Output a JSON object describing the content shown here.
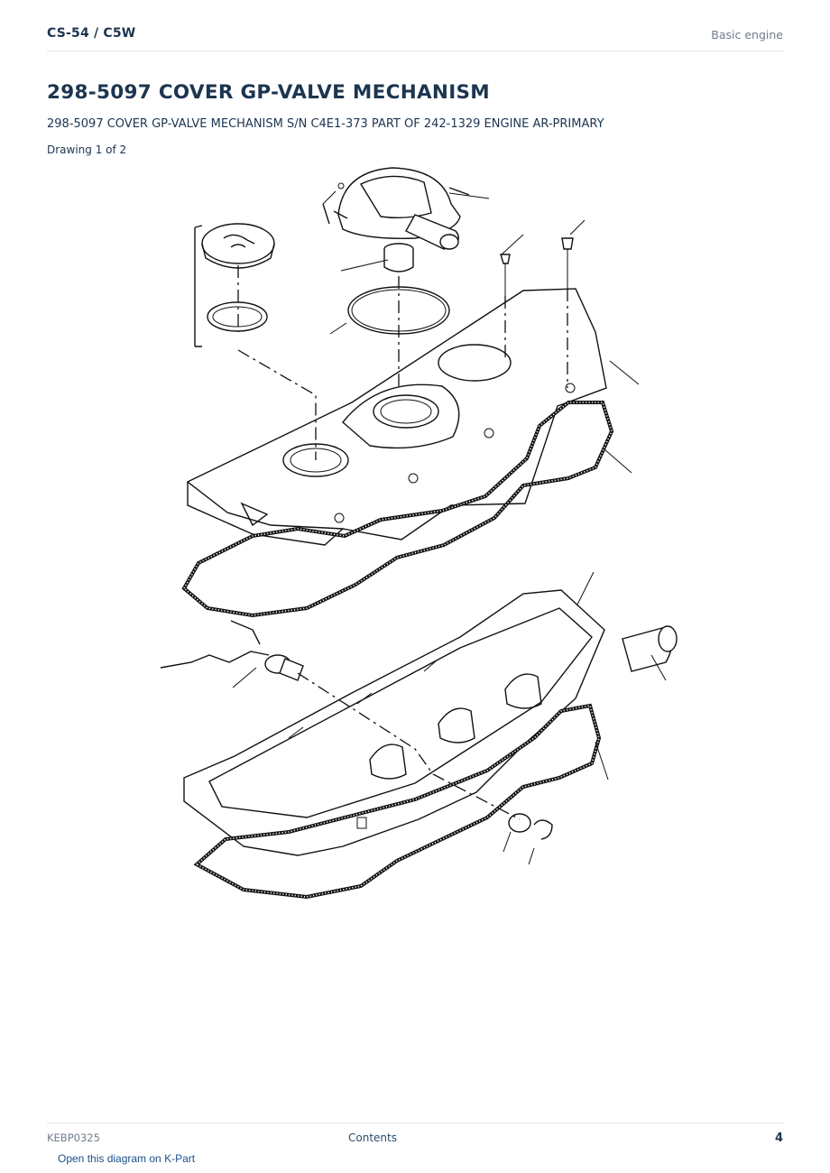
{
  "header": {
    "model": "CS-54  /  C5W",
    "section": "Basic engine"
  },
  "title": "298-5097 COVER GP-VALVE MECHANISM",
  "subtitle": "298-5097 COVER GP-VALVE MECHANISM S/N C4E1-373 PART OF 242-1329 ENGINE AR-PRIMARY",
  "drawing_label": "Drawing 1 of 2",
  "footer": {
    "doc_code": "KEBP0325",
    "contents_link": "Contents",
    "page_number": "4"
  },
  "kpart_link": "Open this diagram on K-Part"
}
